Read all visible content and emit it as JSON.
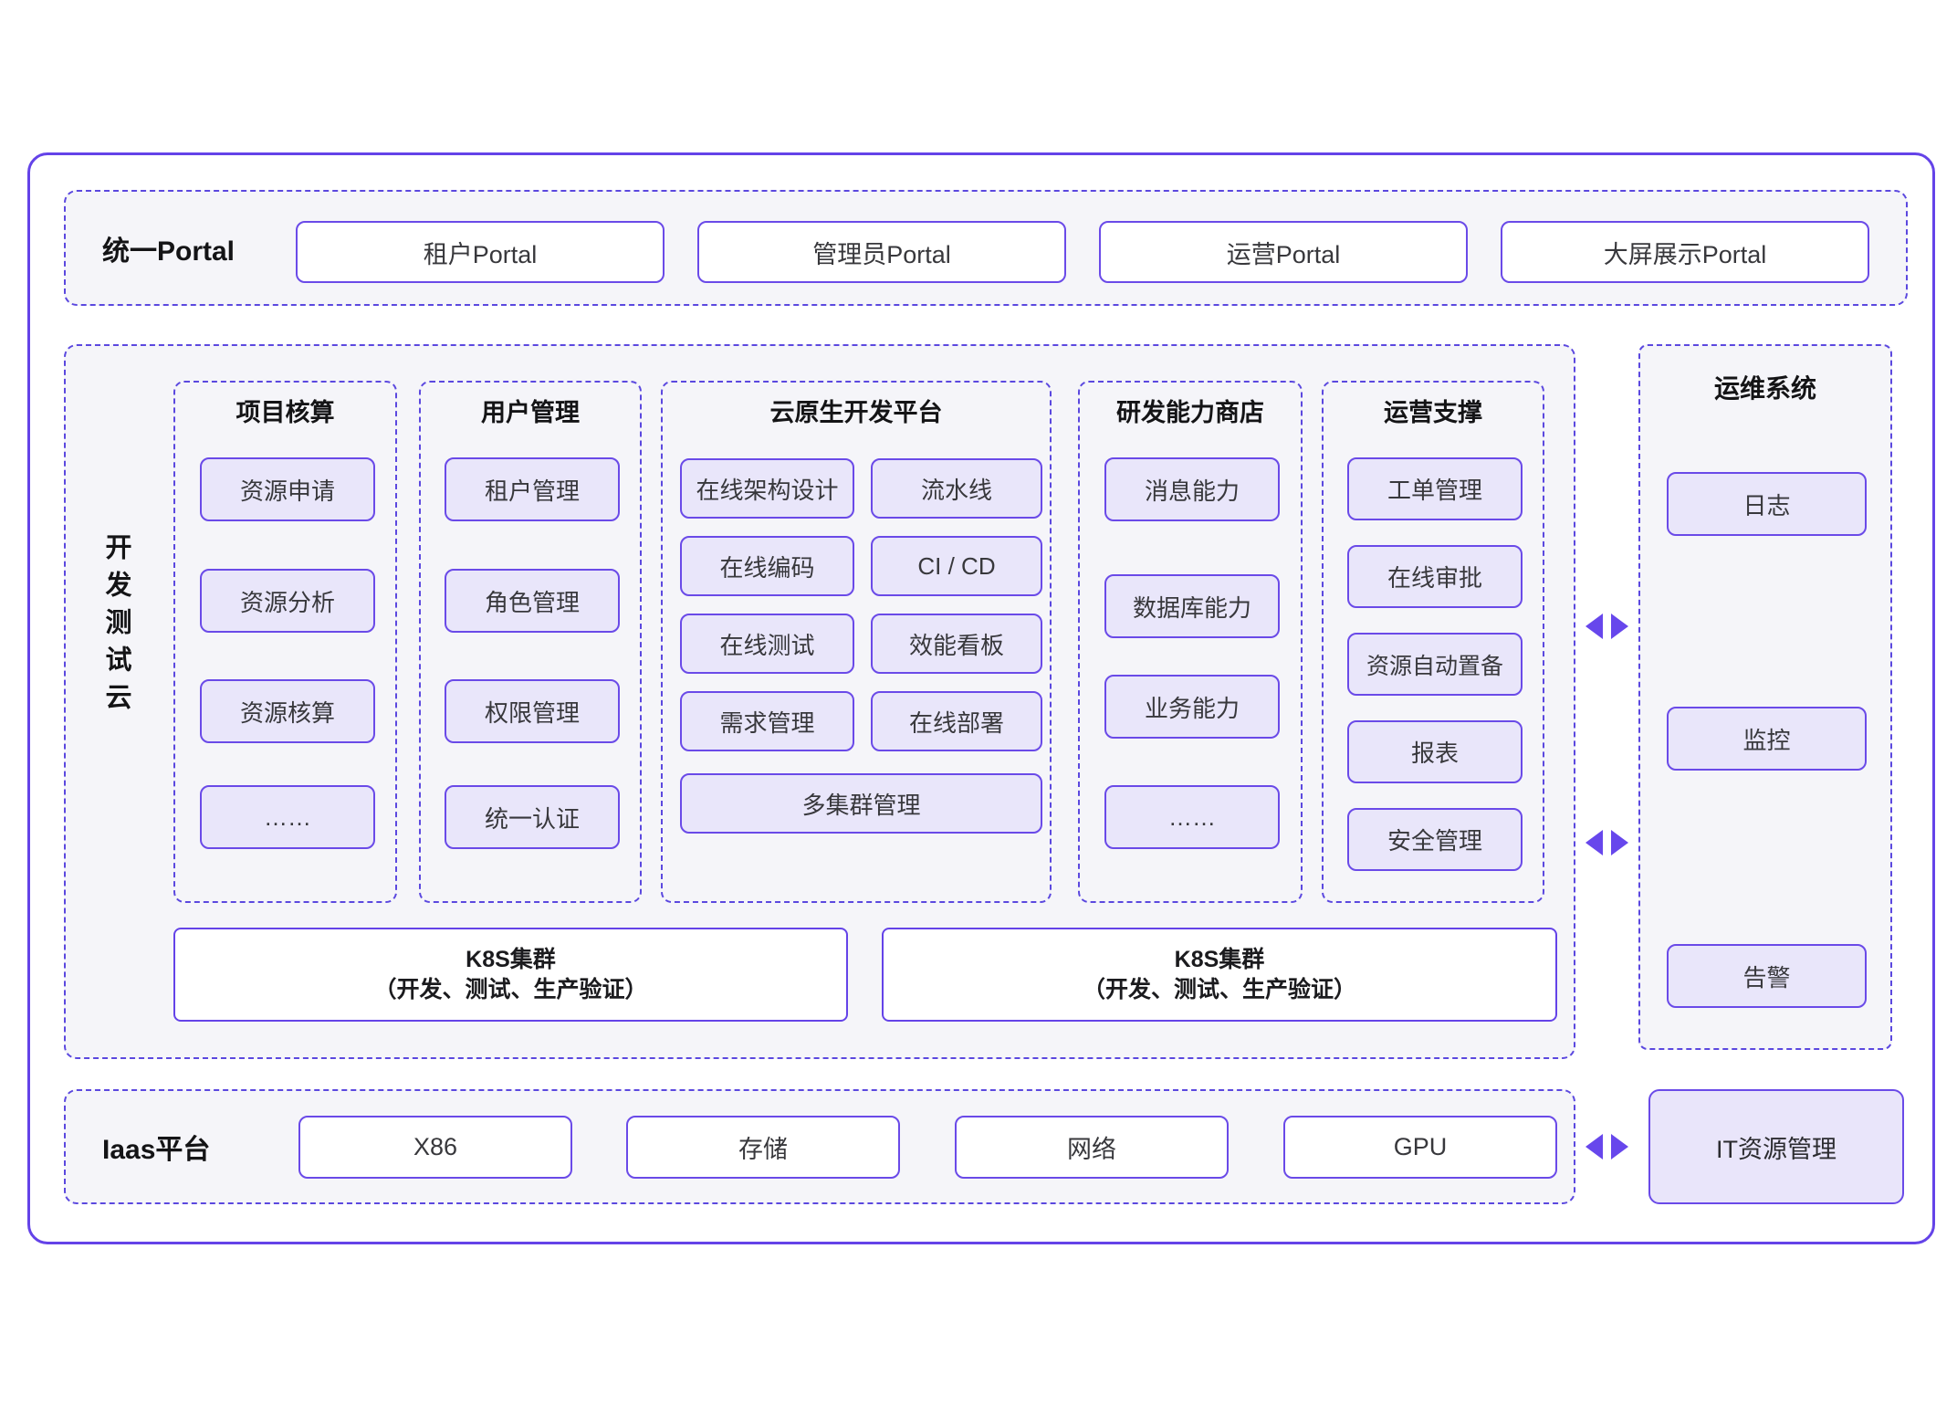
{
  "portal": {
    "label": "统一Portal",
    "items": [
      "租户Portal",
      "管理员Portal",
      "运营Portal",
      "大屏展示Portal"
    ]
  },
  "dev_cloud": {
    "label": "开发测试云",
    "columns": [
      {
        "title": "项目核算",
        "items": [
          "资源申请",
          "资源分析",
          "资源核算",
          "……"
        ]
      },
      {
        "title": "用户管理",
        "items": [
          "租户管理",
          "角色管理",
          "权限管理",
          "统一认证"
        ]
      },
      {
        "title": "云原生开发平台",
        "left_items": [
          "在线架构设计",
          "在线编码",
          "在线测试",
          "需求管理"
        ],
        "right_items": [
          "流水线",
          "CI / CD",
          "效能看板",
          "在线部署"
        ],
        "bottom_item": "多集群管理"
      },
      {
        "title": "研发能力商店",
        "items": [
          "消息能力",
          "数据库能力",
          "业务能力",
          "……"
        ]
      },
      {
        "title": "运营支撑",
        "items": [
          "工单管理",
          "在线审批",
          "资源自动置备",
          "报表",
          "安全管理"
        ]
      }
    ],
    "k8s_clusters": [
      {
        "line1": "K8S集群",
        "line2": "（开发、测试、生产验证）"
      },
      {
        "line1": "K8S集群",
        "line2": "（开发、测试、生产验证）"
      }
    ]
  },
  "ops_system": {
    "title": "运维系统",
    "items": [
      "日志",
      "监控",
      "告警"
    ]
  },
  "iaas": {
    "label": "Iaas平台",
    "items": [
      "X86",
      "存储",
      "网络",
      "GPU"
    ]
  },
  "it_resource_label": "IT资源管理",
  "colors": {
    "accent_purple": "#6747ec",
    "solid_border": "#6443e8",
    "node_border": "#6a4ae8",
    "dashed_border": "#5b48df",
    "node_fill": "#e9e6fa",
    "section_bg": "#f5f5f9",
    "text_dark": "#141416"
  }
}
